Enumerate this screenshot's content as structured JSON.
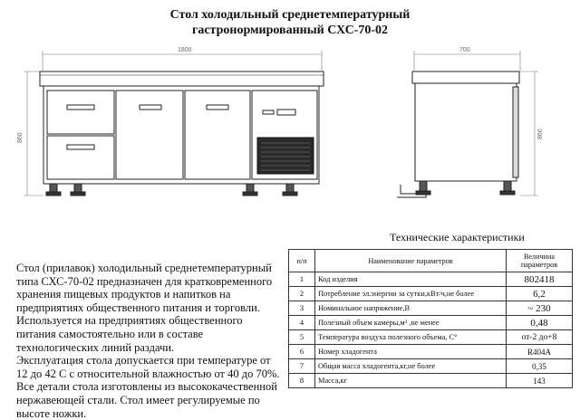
{
  "title": {
    "line1": "Стол холодильный среднетемпературный",
    "line2": "гастронормированный СХС-70-02"
  },
  "drawing": {
    "dim_width": "1800",
    "dim_height": "860",
    "dim_depth": "700",
    "dim_height_side": "860"
  },
  "description": {
    "paragraph1": "Стол (прилавок) холодильный среднетемпературный типа СХС-70-02 предназначен для кратковременного хранения пищевых продуктов и напитков на предприятиях общественного питания и торговли. Используется на предприятиях общественного питания самостоятельно или в составе технологических линий раздачи.",
    "paragraph2": "Эксплуатация стола допускается при температуре от 12 до 42 С с относительной влажностью от 40 до 70%.",
    "paragraph3": "Все детали стола изготовлены из высококачественной нержавеющей стали. Стол имеет регулируемые по высоте ножки."
  },
  "specs": {
    "title": "Технические характеристики",
    "header": {
      "num": "п/п",
      "name": "Наименование параметров",
      "value": "Величина параметров"
    },
    "rows": [
      {
        "num": "1",
        "name": "Код изделия",
        "value": "802418"
      },
      {
        "num": "2",
        "name": "Потребление эл.энергии за сутки,кВт/ч,не более",
        "value": "6,2"
      },
      {
        "num": "3",
        "name": "Номинальное напряжение,В",
        "value": "~ 230"
      },
      {
        "num": "4",
        "name": "Полезный объем камеры,м³ ,не менее",
        "value": "0,48"
      },
      {
        "num": "5",
        "name": "Температура воздуха полезного объема, С°",
        "value": "от-2 до+8"
      },
      {
        "num": "6",
        "name": "Номер хладогента",
        "value": "R404A"
      },
      {
        "num": "7",
        "name": "Общая масса хладогента,кг,не более",
        "value": "0,35"
      },
      {
        "num": "8",
        "name": "Масса,кг",
        "value": "143"
      }
    ]
  }
}
